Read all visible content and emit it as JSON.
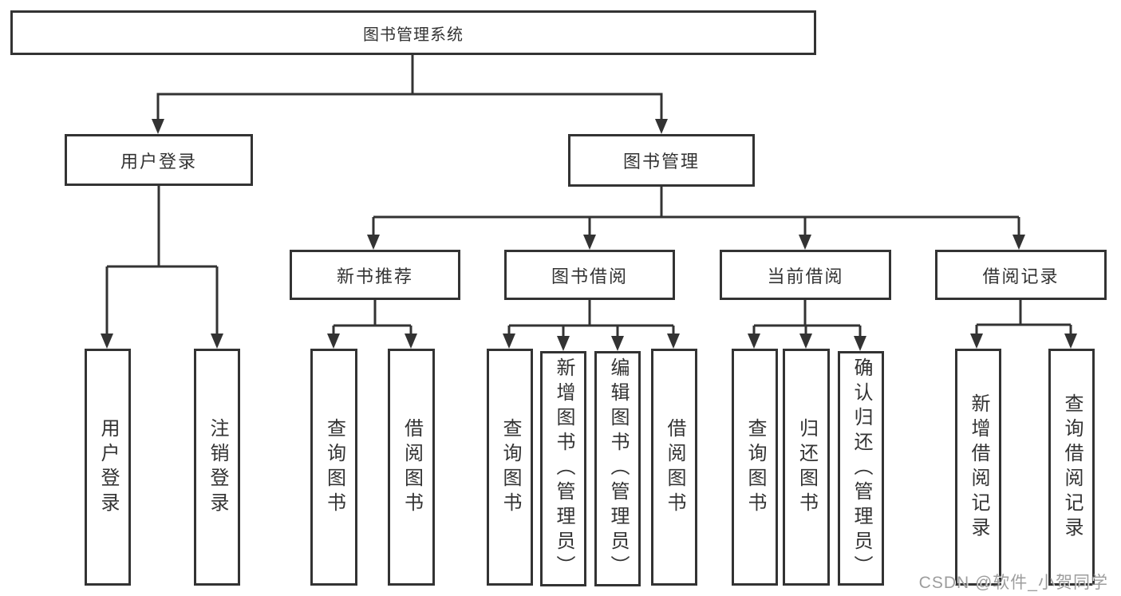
{
  "colors": {
    "line": "#333333",
    "box_border": "#333333",
    "box_fill": "#ffffff",
    "text": "#333333",
    "background": "#ffffff",
    "watermark": "#828282"
  },
  "tree": {
    "label": "图书管理系统",
    "children": [
      {
        "label": "用户登录",
        "children": [
          {
            "label": "用户登录"
          },
          {
            "label": "注销登录"
          }
        ]
      },
      {
        "label": "图书管理",
        "children": [
          {
            "label": "新书推荐",
            "children": [
              {
                "label": "查询图书"
              },
              {
                "label": "借阅图书"
              }
            ]
          },
          {
            "label": "图书借阅",
            "children": [
              {
                "label": "查询图书"
              },
              {
                "label": "新增图书（管理员）"
              },
              {
                "label": "编辑图书（管理员）"
              },
              {
                "label": "借阅图书"
              }
            ]
          },
          {
            "label": "当前借阅",
            "children": [
              {
                "label": "查询图书"
              },
              {
                "label": "归还图书"
              },
              {
                "label": "确认归还（管理员）"
              }
            ]
          },
          {
            "label": "借阅记录",
            "children": [
              {
                "label": "新增借阅记录"
              },
              {
                "label": "查询借阅记录"
              }
            ]
          }
        ]
      }
    ]
  },
  "watermark": "CSDN @软件_小贺同学"
}
